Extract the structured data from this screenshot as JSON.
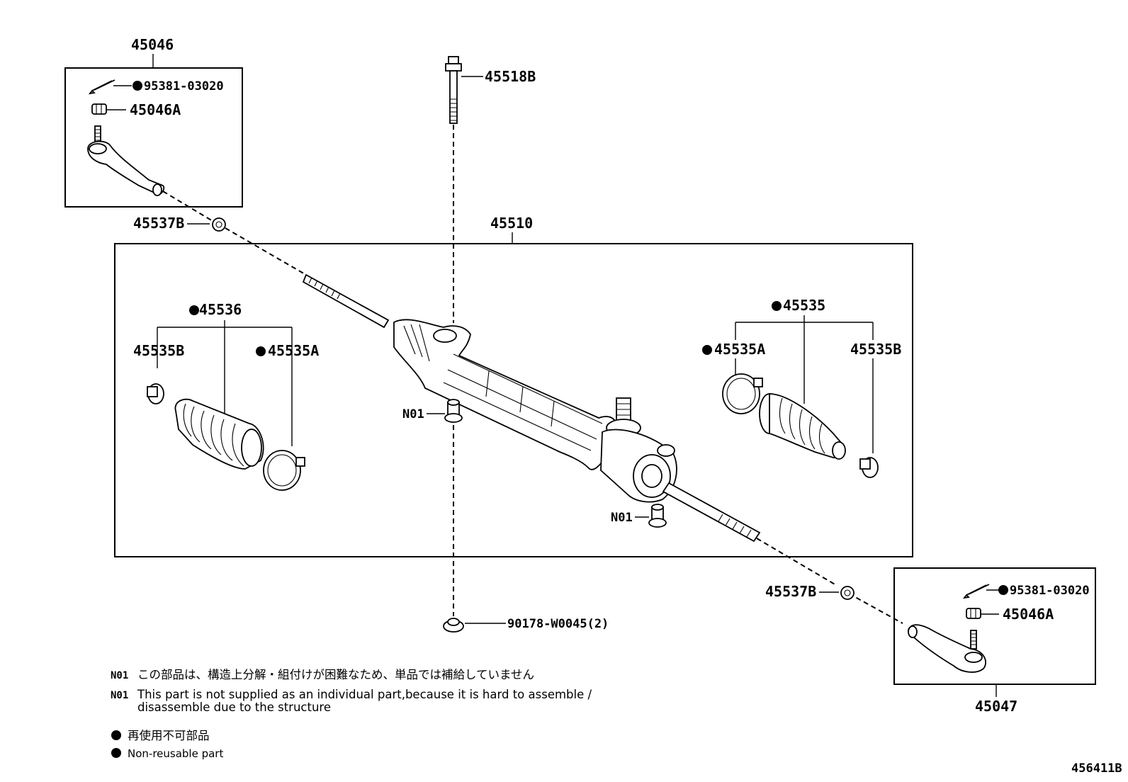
{
  "diagram_id": "456411B",
  "groups": {
    "tie_rod_end_left": "45046",
    "tie_rod_end_right": "45047",
    "steering_rack": "45510"
  },
  "parts": {
    "cotter_pin": "95381-03020",
    "castle_nut": "45046A",
    "lock_nut": "45537B",
    "bolt": "45518B",
    "boot_kit_left": "45536",
    "boot_kit_right": "45535",
    "clip_large": "45535A",
    "clip_small": "45535B",
    "note_ref": "N01",
    "washer_nut": "90178-W0045(2)"
  },
  "notes": {
    "n01_code": "N01",
    "n01_jp": "この部品は、構造上分解・組付けが困難なため、単品では補給していません",
    "n01_en_line1": "This part is not supplied as an individual part,because it is hard to assemble /",
    "n01_en_line2": "disassemble due to the structure",
    "nonreuse_jp": "再使用不可部品",
    "nonreuse_en": "Non-reusable part"
  },
  "colors": {
    "line": "#000000",
    "background": "#ffffff"
  }
}
